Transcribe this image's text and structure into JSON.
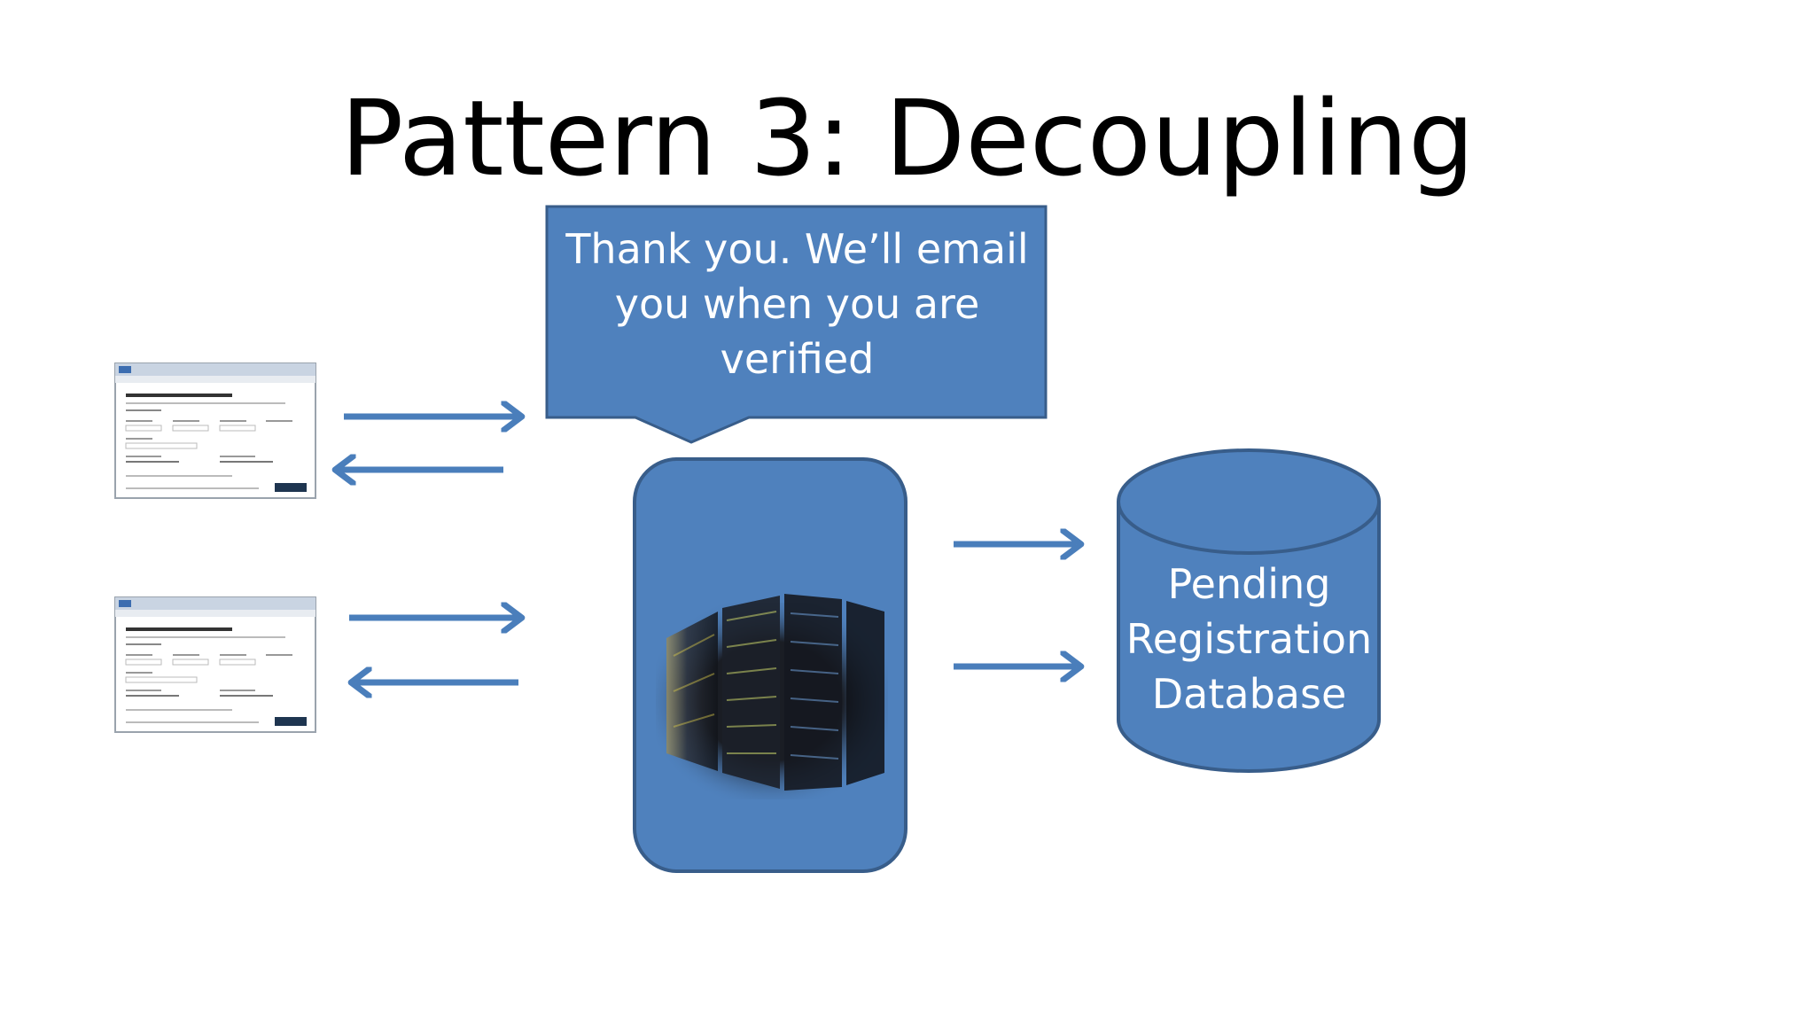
{
  "slide": {
    "title": "Pattern 3: Decoupling"
  },
  "callout": {
    "line1": "Thank you.  We’ll email",
    "line2": "you when you are",
    "line3": "verified"
  },
  "database": {
    "line1": "Pending",
    "line2": "Registration",
    "line3": "Database"
  },
  "colors": {
    "shape_fill": "#4f81bd",
    "shape_stroke": "#385d8a",
    "arrow": "#4a7ebb",
    "text_on_shape": "#ffffff"
  },
  "icons": {
    "client": "browser-window-screenshot",
    "server": "server-rack-photo",
    "database": "database-cylinder"
  }
}
